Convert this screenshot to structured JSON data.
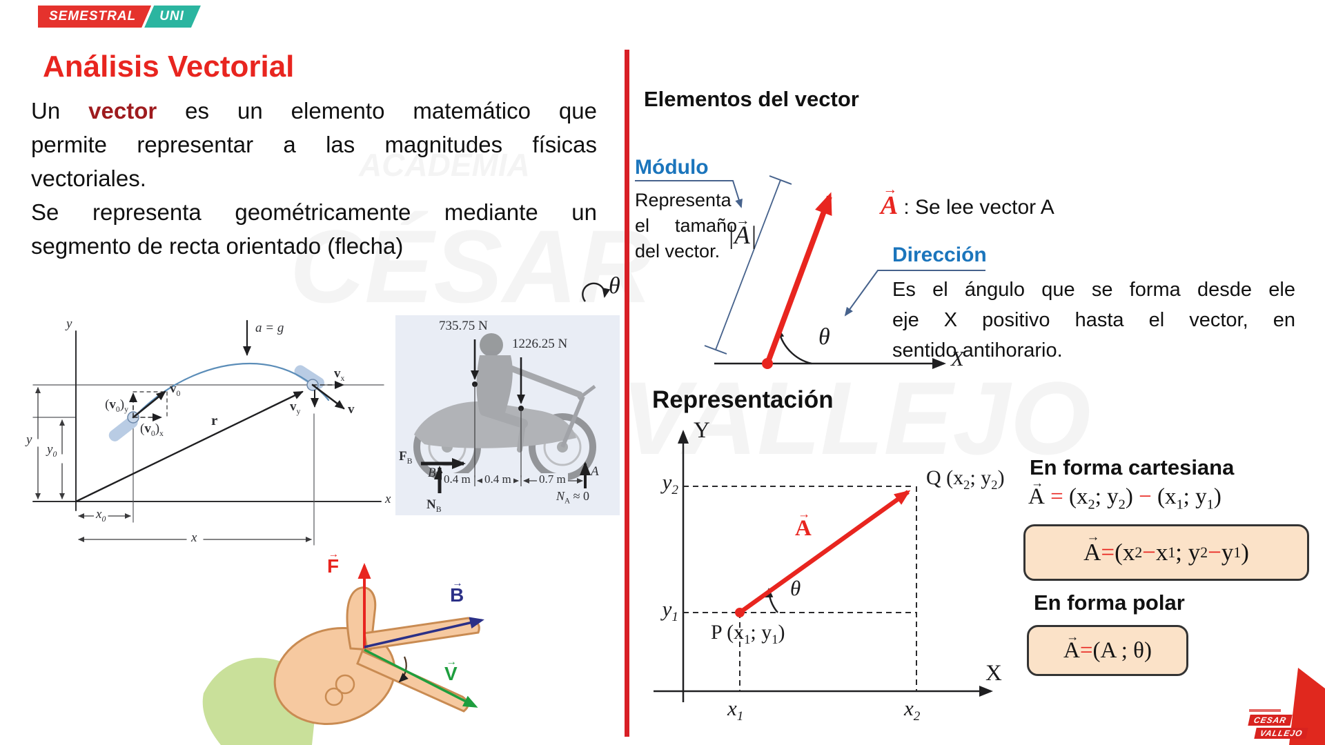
{
  "badge": {
    "semestral": "SEMESTRAL",
    "uni": "UNI"
  },
  "title": "Análisis Vectorial",
  "intro": {
    "lines": [
      "Un <b class='vw'>vector</b> es un elemento matemático que",
      "permite representar a las magnitudes físicas",
      "vectoriales.",
      "Se representa geométricamente mediante un",
      "segmento de recta orientado (flecha)"
    ]
  },
  "projectile": {
    "y_axis": "y",
    "accel": "a = g",
    "v0y": "(<b>v</b><sub>0</sub>)<sub>y</sub>",
    "v0": "<b>v</b><sub>0</sub>",
    "v0x": "(<b>v</b><sub>0</sub>)<sub>x</sub>",
    "r": "<b>r</b>",
    "vx": "<b>v</b><sub>x</sub>",
    "vy": "<b>v</b><sub>y</sub>",
    "v": "<b>v</b>",
    "dim_y": "y",
    "dim_y0": "y<sub>0</sub>",
    "dim_x0": "x<sub>0</sub>",
    "dim_x": "x",
    "x_axis": "x",
    "theta": "θ"
  },
  "motorcycle": {
    "weight_rider": "735.75 N",
    "weight_moto": "1226.25 N",
    "fb": "<b>F</b><sub>B</sub>",
    "b": "B",
    "nb": "<b>N</b><sub>B</sub>",
    "d1": "0.4 m",
    "d2": "0.4 m",
    "d3": "0.7 m",
    "a": "A",
    "na": "<i>N</i><sub>A</sub> ≈ 0"
  },
  "hand": {
    "f": "<span class='vec'>F</span>",
    "b": "<span class='vec'>B</span>",
    "v": "<span class='vec'>V</span>"
  },
  "elements": {
    "heading": "Elementos del vector",
    "modulo_title": "Módulo",
    "modulo_lines": [
      "Representa",
      "el tamaño",
      "del vector."
    ],
    "magnitude": "|<span class='vec'>A</span>|",
    "vector_a": "<span class='vec'>A</span>",
    "se_lee": ": Se lee vector A",
    "direccion_title": "Dirección",
    "direccion_lines": [
      "Es el ángulo que se forma desde ele",
      "eje X positivo hasta el vector, en",
      "sentido antihorario."
    ],
    "theta": "θ",
    "x_axis": "X"
  },
  "representation": {
    "heading": "Representación",
    "y_axis": "Y",
    "x_axis": "X",
    "y2": "y<sub>2</sub>",
    "y1": "y<sub>1</sub>",
    "x1": "x<sub>1</sub>",
    "x2": "x<sub>2</sub>",
    "q": "Q (x<sub>2</sub>; y<sub>2</sub>)",
    "p": "P (x<sub>1</sub>; y<sub>1</sub>)",
    "vector_a": "<span class='vec'>A</span>",
    "theta": "θ",
    "cartesian_title": "En forma  cartesiana",
    "cartesian_formula": "<span class='vec'>A</span> <span class='red'>=</span> (x<sub>2</sub>; y<sub>2</sub>) <span class='red'>−</span> (x<sub>1</sub>; y<sub>1</sub>)",
    "cartesian_boxed": "<span class='vec'>A</span> <span class='red'>=</span> (x<sub>2</sub> <span class='red'>−</span> x<sub>1</sub> ; y<sub>2</sub> <span class='red'>−</span> y<sub>1</sub>)",
    "polar_title": "En forma  polar",
    "polar_boxed": "<span class='vec'>A</span> <span class='red'>=</span> (A ;  θ)"
  },
  "watermark": {
    "w1": "ACADEMIA",
    "w2": "CÉSAR",
    "w3": "VALLEJO"
  },
  "logo": {
    "line1": "CESAR",
    "line2": "VALLEJO"
  },
  "colors": {
    "accent_red": "#e8251f",
    "divider_red": "#d81f26",
    "badge_teal": "#2bb5a0",
    "label_blue": "#1b75bc",
    "vector_word_red": "#9e1b1e",
    "box_fill": "#fbe2c8",
    "panel_blue": "#e9edf5",
    "hand_navy": "#2b3087",
    "hand_green": "#1e9e3e"
  }
}
